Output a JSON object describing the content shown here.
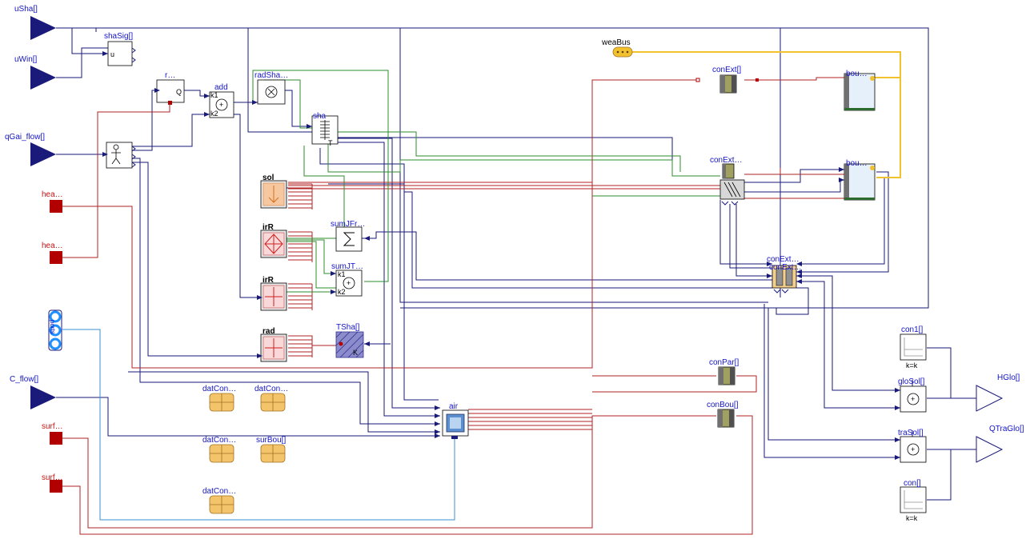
{
  "diagram": {
    "inputs": {
      "uSha": "uSha[]",
      "uWin": "uWin[]",
      "qGai_flow": "qGai_flow[]",
      "C_flow": "C_flow[]"
    },
    "heat_ports": {
      "hea1": "hea…",
      "hea2": "hea…",
      "surf1": "surf…",
      "surf2": "surf…"
    },
    "blocks": {
      "shaSig": "shaSig[]",
      "shaSig_port": "u",
      "r": "r…",
      "r_port": "Q",
      "add": "add",
      "add_k1": "k1",
      "add_k2": "k2",
      "radSha": "radSha…",
      "sha": "sha",
      "sha_port": "T",
      "sol": "sol",
      "irR1": "irR",
      "irR2": "irR",
      "rad": "rad",
      "sumJFr": "sumJFr…",
      "sumJT": "sumJT…",
      "sumJT_k1": "k1",
      "sumJT_k2": "k2",
      "TSha": "TSha[]",
      "TSha_unit": "K",
      "air": "air",
      "ports": "ports",
      "datCon1": "datCon…",
      "datCon2": "datCon…",
      "datCon3": "datCon…",
      "surBou": "surBou[]",
      "datCon4": "datCon…",
      "weaBus": "weaBus",
      "conExt": "conExt[]",
      "conExtWin": "conExt…",
      "conExtWinFra": "conExt…",
      "conExtWinFra2": "conExt…",
      "conPar": "conPar[]",
      "conBou": "conBou[]",
      "bou1": "bou…",
      "bou2": "bou…",
      "con1": "con1[]",
      "con1_k": "k=k",
      "con": "con[]",
      "con_k": "k=k",
      "gloSol": "gloSol[]",
      "traSol": "traSol[]"
    },
    "outputs": {
      "HGlo": "HGlo[]",
      "QTraGlo": "QTraGlo[]"
    },
    "colors": {
      "signal": "#1a1a7a",
      "heat": "#b22222",
      "radiation": "#2e8b2e",
      "fluid": "#3a8fd0",
      "bus": "#f2c12e",
      "label": "#1414c8"
    }
  }
}
